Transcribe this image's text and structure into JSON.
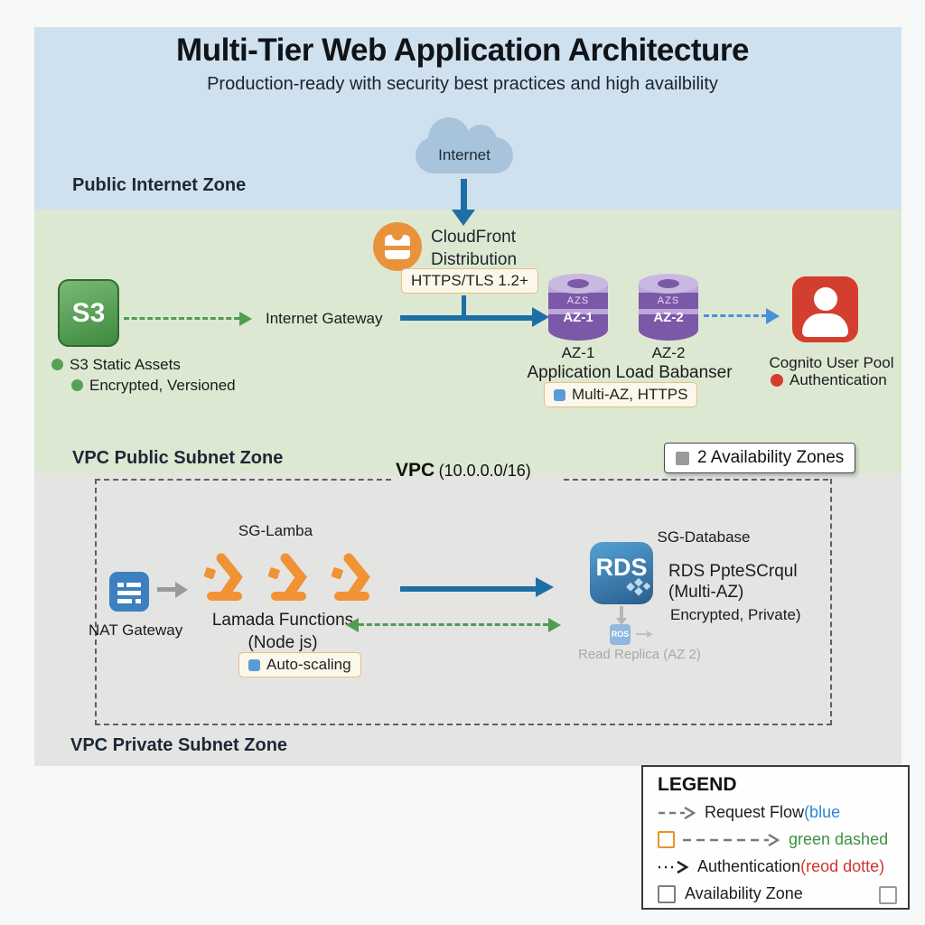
{
  "header": {
    "title": "Multi-Tier Web Application Architecture",
    "subtitle": "Production-ready with security best practices and high availbility"
  },
  "zones": {
    "public_internet": "Public Internet Zone",
    "vpc_public": "VPC Public Subnet Zone",
    "vpc_private": "VPC Private Subnet Zone"
  },
  "internet_cloud": {
    "label": "Internet"
  },
  "cloudfront": {
    "line1": "CloudFront",
    "line2": "Distribution",
    "badge": "HTTPS/TLS 1.2+"
  },
  "internet_gateway": {
    "label": "Internet Gateway"
  },
  "s3": {
    "icon": "S3",
    "bullet1": "S3 Static Assets",
    "bullet2": "Encrypted, Versioned"
  },
  "alb": {
    "band_top": "AZS",
    "az1_band": "AZ-1",
    "az2_band": "AZ-2",
    "az1_label": "AZ-1",
    "az2_label": "AZ-2",
    "name": "Application Load Babanser",
    "badge": "Multi-AZ, HTTPS"
  },
  "cognito": {
    "name": "Cognito User Pool",
    "bullet": "Authentication"
  },
  "availability_badge": {
    "label": "2 Availability Zones"
  },
  "vpc": {
    "label_bold": "VPC",
    "label_cidr": "(10.0.0.0/16)"
  },
  "nat": {
    "label": "NAT Gateway"
  },
  "lambda": {
    "sg": "SG-Lamba",
    "line1": "Lamada Functions",
    "line2": "(Node js)",
    "badge": "Auto-scaling"
  },
  "rds": {
    "icon": "RDS",
    "sg": "SG-Database",
    "line1": "RDS PpteSCrqul",
    "line2": "(Multi-AZ)",
    "line3": "Encrypted, Private)",
    "replica_icon": "ROS",
    "replica": "Read Replica (AZ 2)"
  },
  "legend": {
    "title": "LEGEND",
    "row1_label": "Request Flow ",
    "row1_suffix": "(blue",
    "row2_suffix": "green dashed",
    "row3_label": "Authentication ",
    "row3_suffix": "(reod dotte)",
    "row4_label": "Availability Zone"
  },
  "colors": {
    "flow_blue": "#1e6ea6",
    "dashed_green": "#4f9d50",
    "dashed_blue": "#4a90d8",
    "legend_blue": "#2e86d4",
    "legend_green": "#3f9143",
    "legend_red": "#d0342c",
    "zone_blue_bg": "#cfe1ee",
    "zone_green_bg": "#dde8d2",
    "zone_gray_bg": "#e4e4e3",
    "s3_green": "#3e8a3e",
    "cloudfront_orange": "#e8923c",
    "alb_purple": "#7b58a8",
    "cognito_red": "#d43e2e",
    "nat_blue": "#3c80bf",
    "lambda_orange": "#ef9334",
    "rds_blue": "#2a6091"
  }
}
